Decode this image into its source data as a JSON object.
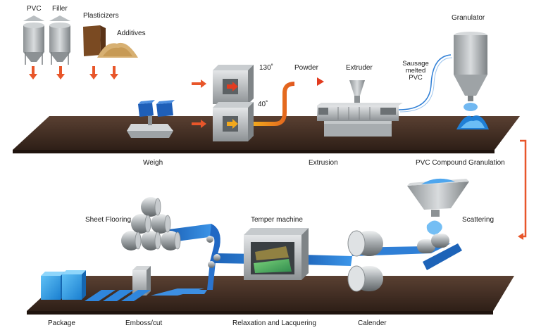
{
  "inputs": {
    "pvc": "PVC",
    "filler": "Filler",
    "plasticizers": "Plasticizers",
    "additives": "Additives"
  },
  "top_line": {
    "temp_high": "130˚",
    "temp_low": "40˚",
    "powder": "Powder",
    "extruder": "Extruder",
    "sausage_line1": "Sausage",
    "sausage_line2": "melted",
    "sausage_line3": "PVC",
    "granulator": "Granulator"
  },
  "stages_top": {
    "weigh": "Weigh",
    "extrusion": "Extrusion",
    "granulation": "PVC Compound Granulation"
  },
  "bottom_line": {
    "sheet_flooring": "Sheet Flooring",
    "temper_machine": "Temper machine",
    "scattering": "Scattering"
  },
  "stages_bottom": {
    "package": "Package",
    "emboss_cut": "Emboss/cut",
    "relaxation": "Relaxation and Lacquering",
    "calender": "Calender"
  },
  "colors": {
    "belt": "#4a3426",
    "arrow": "#e8562a",
    "sheet": "#2f7fd6",
    "hot": "#e23b1f",
    "warm": "#f2a81c"
  }
}
